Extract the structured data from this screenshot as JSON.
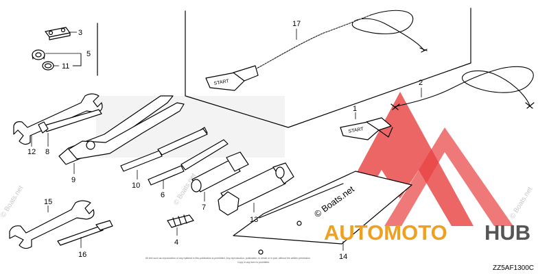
{
  "diagram": {
    "code": "ZZ5AF1300C",
    "part_numbers": {
      "p1": "1",
      "p2": "2",
      "p3": "3",
      "p4": "4",
      "p5": "5",
      "p6": "6",
      "p7": "7",
      "p8": "8",
      "p9": "9",
      "p10": "10",
      "p11": "11",
      "p12": "12",
      "p13": "13",
      "p14": "14",
      "p15": "15",
      "p16": "16",
      "p17": "17"
    },
    "handle_marking": "START",
    "bag_label": "© Boats.net",
    "fine_print_line_1": "All text such as reproduction of any material in this publication is prohibited. Any reproduction, publication, in whole or in part, without the written permission",
    "fine_print_line_2": "Copy in any form is prohibited"
  },
  "watermarks": {
    "site": "© Boats.net",
    "brand_left": "AUTOMOTO",
    "brand_right": "HUB",
    "brand_colors": {
      "accent": "#f0a020",
      "dark": "#555555",
      "logo_red": "#e84040"
    }
  }
}
